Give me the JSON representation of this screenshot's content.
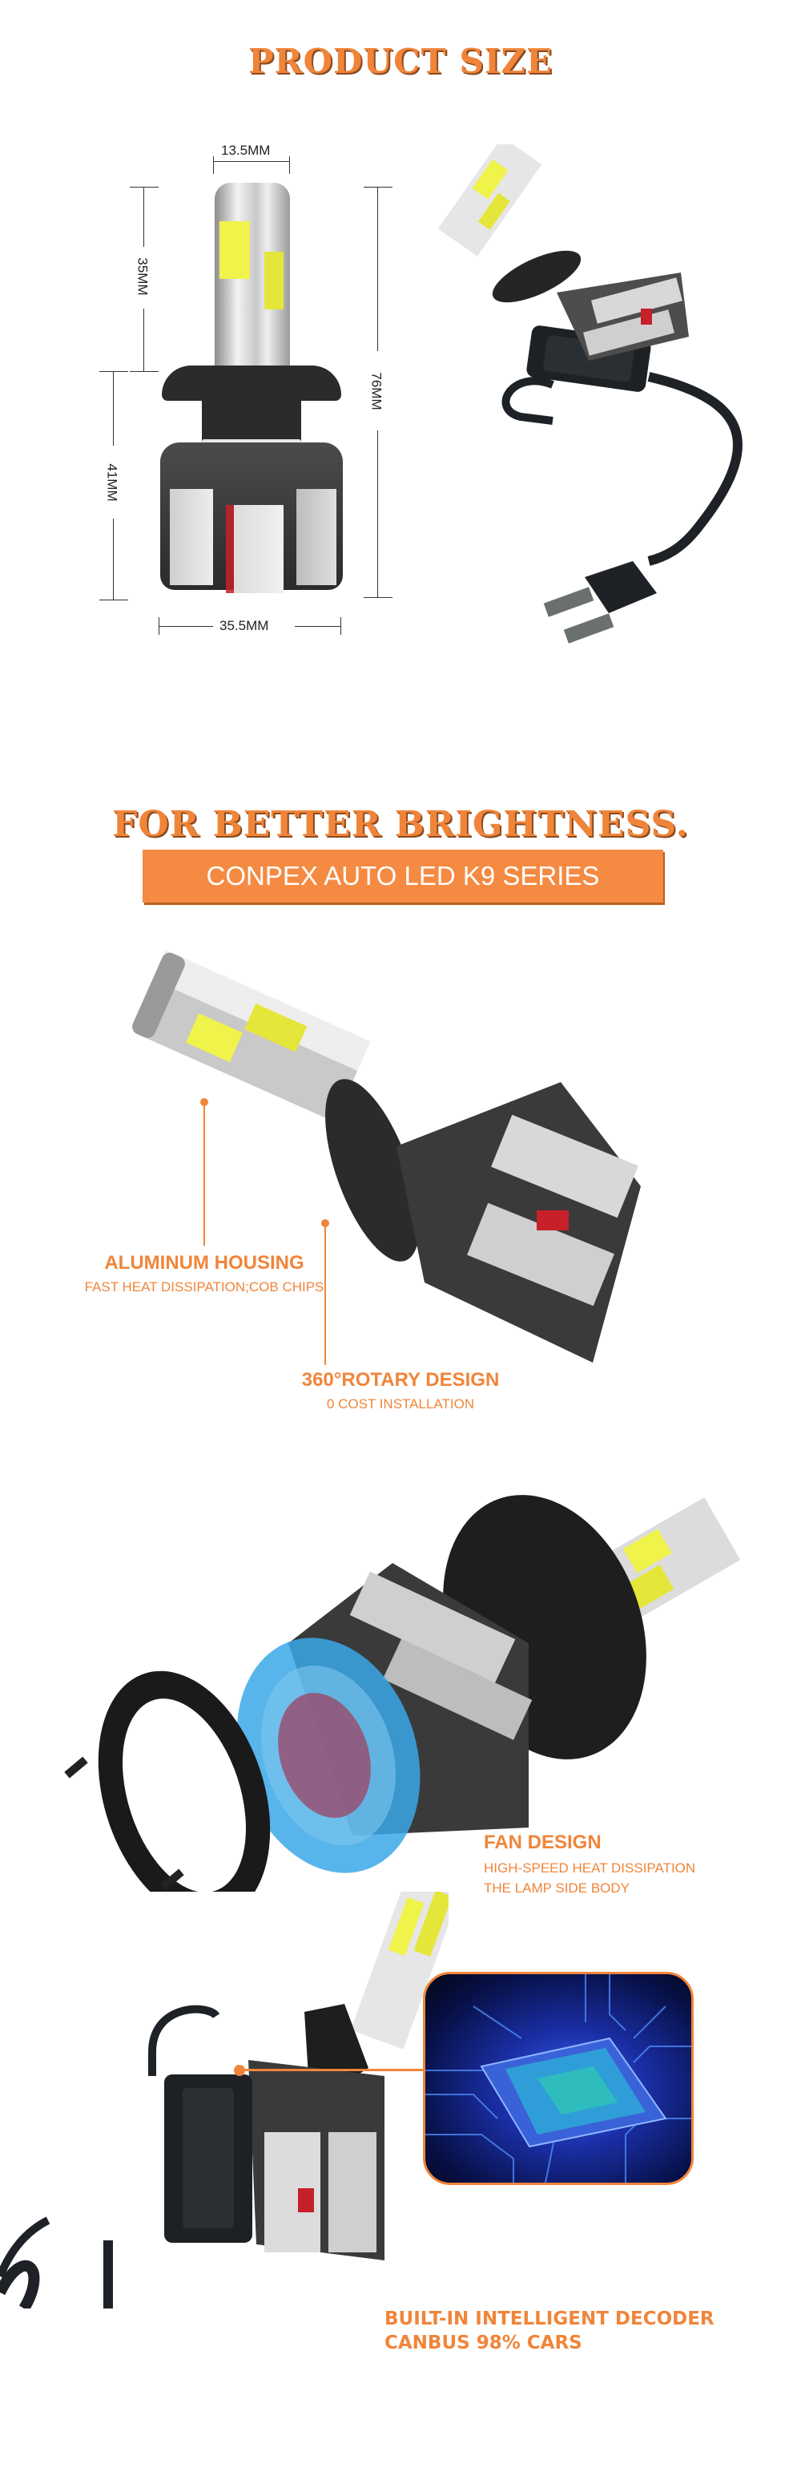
{
  "section_product_size": {
    "title": "PRODUCT SIZE",
    "dimensions": {
      "top_width": "13.5MM",
      "upper_height": "35MM",
      "lower_height": "41MM",
      "total_height": "76MM",
      "base_width": "35.5MM"
    }
  },
  "section_brightness": {
    "title": "FOR BETTER BRIGHTNESS.",
    "banner": "CONPEX AUTO LED K9 SERIES"
  },
  "features": [
    {
      "title": "ALUMINUM HOUSING",
      "subtitle": "FAST HEAT DISSIPATION;COB CHIPS"
    },
    {
      "title": "360°ROTARY DESIGN",
      "subtitle": "0 COST INSTALLATION"
    },
    {
      "title": "FAN DESIGN",
      "subtitle_lines": [
        "HIGH-SPEED HEAT DISSIPATION",
        "THE LAMP SIDE BODY"
      ]
    },
    {
      "title_lines": [
        "BUILT-IN INTELLIGENT DECODER",
        "CANBUS 98% CARS"
      ]
    }
  ],
  "colors": {
    "accent": "#f0853a",
    "chip_yellow": "#f0f34a",
    "fan_blue": "#3aa8e8"
  }
}
